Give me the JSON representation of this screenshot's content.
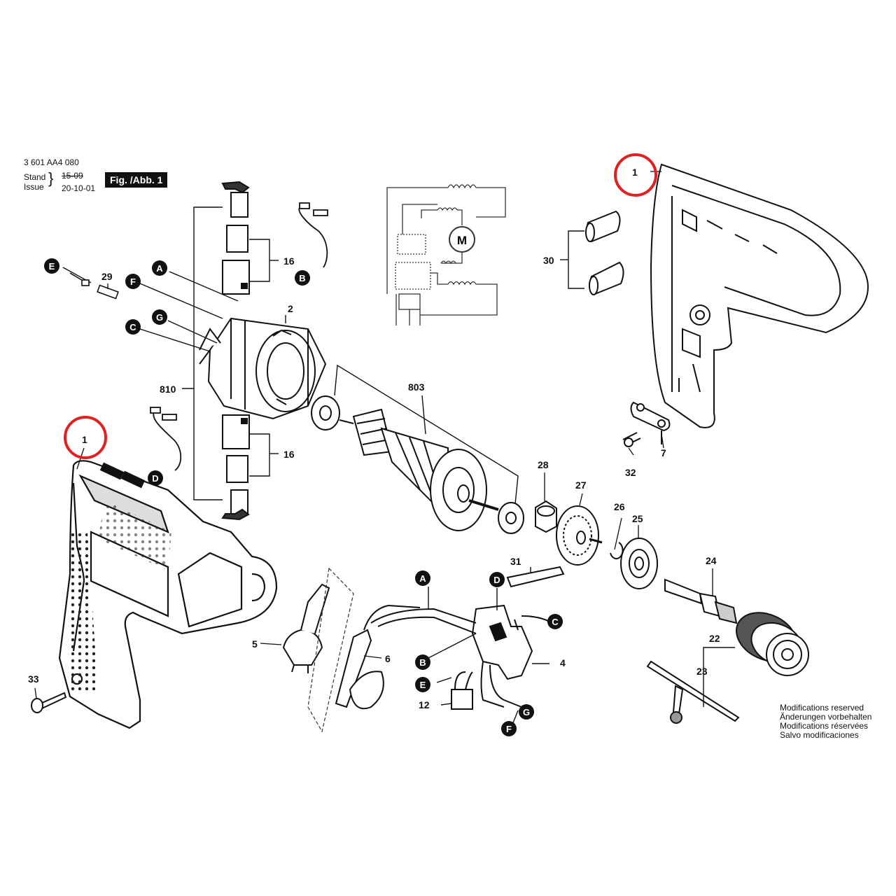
{
  "header": {
    "doc_number": "3 601 AA4 080",
    "stand_label": "Stand",
    "issue_label": "Issue",
    "old_date": "15-09",
    "new_date": "20-10-01",
    "figure_label": "Fig. /Abb. 1"
  },
  "labels": {
    "p1a": "1",
    "p1b": "1",
    "p2": "2",
    "p4": "4",
    "p5": "5",
    "p6": "6",
    "p7": "7",
    "p12": "12",
    "p16a": "16",
    "p16b": "16",
    "p22": "22",
    "p23": "23",
    "p24": "24",
    "p25": "25",
    "p26": "26",
    "p27": "27",
    "p28": "28",
    "p29": "29",
    "p30": "30",
    "p31": "31",
    "p32": "32",
    "p33": "33",
    "p803": "803",
    "p810": "810"
  },
  "connectors": {
    "A": "A",
    "B": "B",
    "C": "C",
    "D": "D",
    "E": "E",
    "F": "F",
    "G": "G"
  },
  "schematic": {
    "motor_symbol": "M"
  },
  "notes": {
    "line1": "Modifications reserved",
    "line2": "Änderungen vorbehalten",
    "line3": "Modifications réservées",
    "line4": "Salvo modificaciones"
  }
}
